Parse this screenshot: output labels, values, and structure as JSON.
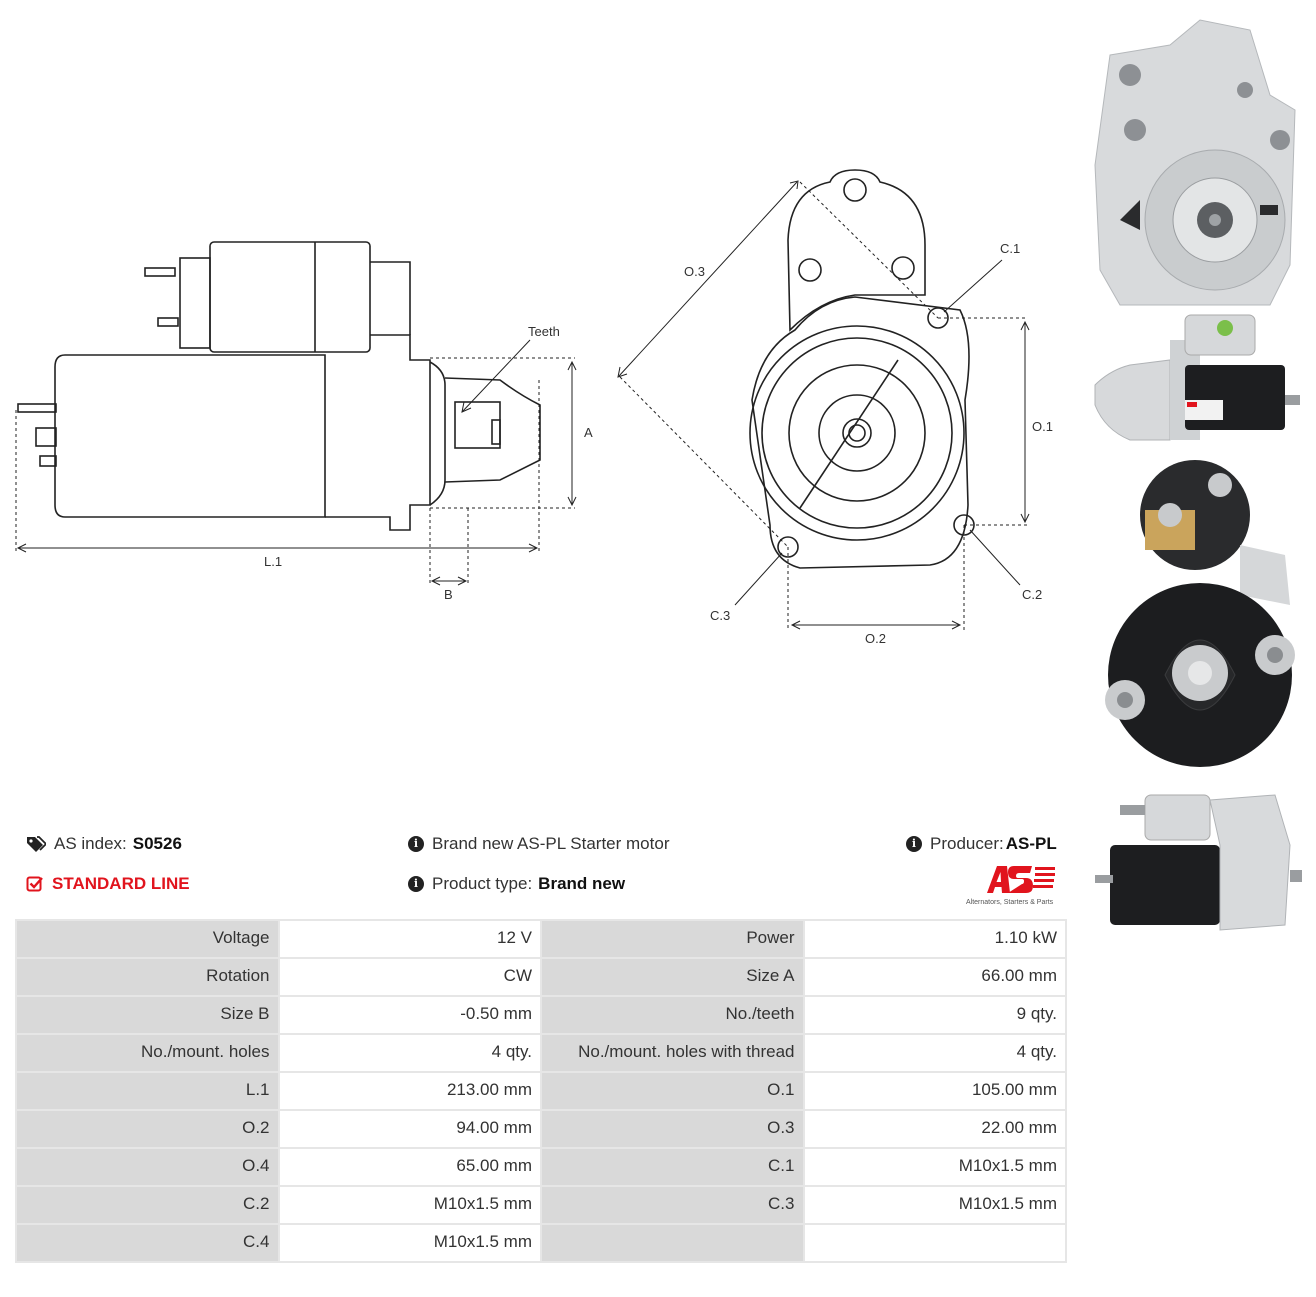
{
  "drawing": {
    "side_labels": {
      "teeth": "Teeth",
      "a": "A",
      "b": "B",
      "l1": "L.1"
    },
    "front_labels": {
      "o3": "O.3",
      "c1": "C.1",
      "o1": "O.1",
      "c2": "C.2",
      "c3": "C.3",
      "o2": "O.2"
    }
  },
  "info": {
    "as_index_label": "AS index:",
    "as_index_value": "S0526",
    "line_label": "STANDARD LINE",
    "description": "Brand new AS-PL Starter motor",
    "product_type_label": "Product type:",
    "product_type_value": "Brand new",
    "producer_label": "Producer:",
    "producer_value": "AS-PL"
  },
  "logo": {
    "mark": "AS",
    "tagline": "Alternators, Starters & Parts",
    "color": "#e1141d"
  },
  "specs": [
    [
      "Voltage",
      "12 V",
      "Power",
      "1.10 kW"
    ],
    [
      "Rotation",
      "CW",
      "Size A",
      "66.00 mm"
    ],
    [
      "Size B",
      "-0.50 mm",
      "No./teeth",
      "9 qty."
    ],
    [
      "No./mount. holes",
      "4 qty.",
      "No./mount. holes with thread",
      "4 qty."
    ],
    [
      "L.1",
      "213.00 mm",
      "O.1",
      "105.00 mm"
    ],
    [
      "O.2",
      "94.00 mm",
      "O.3",
      "22.00 mm"
    ],
    [
      "O.4",
      "65.00 mm",
      "C.1",
      "M10x1.5 mm"
    ],
    [
      "C.2",
      "M10x1.5 mm",
      "C.3",
      "M10x1.5 mm"
    ],
    [
      "C.4",
      "M10x1.5 mm",
      "",
      ""
    ]
  ],
  "icons": [
    "tags-icon",
    "check-square-icon",
    "info-circle-icon"
  ]
}
